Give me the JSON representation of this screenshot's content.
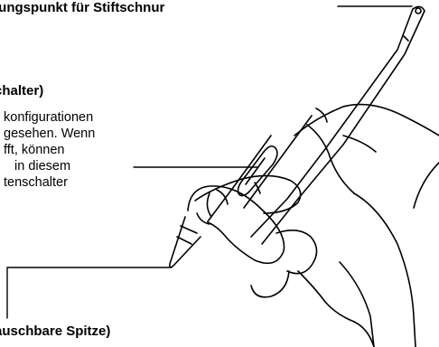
{
  "labels": {
    "tether_point": "lungspunkt für Stiftschnur",
    "side_switch_title": "chalter)",
    "side_switch_desc": [
      "konfigurationen",
      "gesehen. Wenn",
      "fft, können",
      "in diesem",
      "tenschalter"
    ],
    "tip": "auschbare Spitze)"
  },
  "colors": {
    "ink": "#000000",
    "background": "#ffffff"
  }
}
